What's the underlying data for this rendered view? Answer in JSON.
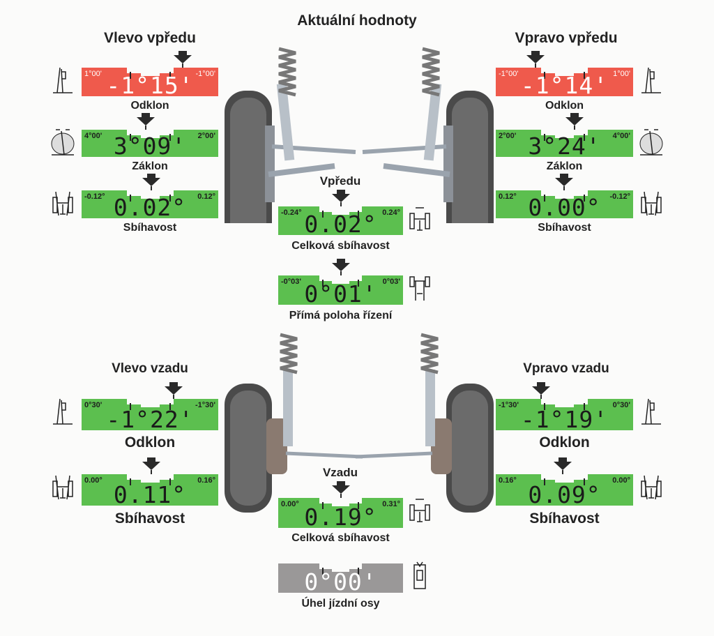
{
  "header": {
    "title": "Aktuální hodnoty"
  },
  "sections": {
    "front_left": "Vlevo vpředu",
    "front_right": "Vpravo vpředu",
    "rear_left": "Vlevo vzadu",
    "rear_right": "Vpravo vzadu",
    "front": "Vpředu",
    "rear": "Vzadu"
  },
  "colors": {
    "in_tolerance": "#5cbf4f",
    "out_of_tolerance": "#ef5a4c",
    "neutral": "#9a9898"
  },
  "gauges": {
    "fl_camber": {
      "caption": "Odklon",
      "left": "1°00'",
      "right": "-1°00'",
      "value": "-1°15'",
      "status": "out",
      "icon": "camber-icon"
    },
    "fl_caster": {
      "caption": "Záklon",
      "left": "4°00'",
      "right": "2°00'",
      "value": "3°09'",
      "status": "ok",
      "icon": "caster-icon"
    },
    "fl_toe": {
      "caption": "Sbíhavost",
      "left": "-0.12°",
      "right": "0.12°",
      "value": "0.02°",
      "status": "ok",
      "icon": "toe-icon"
    },
    "fr_camber": {
      "caption": "Odklon",
      "left": "-1°00'",
      "right": "1°00'",
      "value": "-1°14'",
      "status": "out",
      "icon": "camber-icon"
    },
    "fr_caster": {
      "caption": "Záklon",
      "left": "2°00'",
      "right": "4°00'",
      "value": "3°24'",
      "status": "ok",
      "icon": "caster-icon"
    },
    "fr_toe": {
      "caption": "Sbíhavost",
      "left": "0.12°",
      "right": "-0.12°",
      "value": "0.00°",
      "status": "ok",
      "icon": "toe-icon"
    },
    "front_total_toe": {
      "caption": "Celková sbíhavost",
      "left": "-0.24°",
      "right": "0.24°",
      "value": "0.02°",
      "status": "ok",
      "icon": "total-toe-icon"
    },
    "steering": {
      "caption": "Přímá poloha řízení",
      "left": "-0°03'",
      "right": "0°03'",
      "value": "0°01'",
      "status": "ok",
      "icon": "steering-icon"
    },
    "rl_camber": {
      "caption": "Odklon",
      "left": "0°30'",
      "right": "-1°30'",
      "value": "-1°22'",
      "status": "ok",
      "icon": "camber-icon"
    },
    "rl_toe": {
      "caption": "Sbíhavost",
      "left": "0.00°",
      "right": "0.16°",
      "value": "0.11°",
      "status": "ok",
      "icon": "toe-icon"
    },
    "rr_camber": {
      "caption": "Odklon",
      "left": "-1°30'",
      "right": "0°30'",
      "value": "-1°19'",
      "status": "ok",
      "icon": "camber-icon"
    },
    "rr_toe": {
      "caption": "Sbíhavost",
      "left": "0.16°",
      "right": "0.00°",
      "value": "0.09°",
      "status": "ok",
      "icon": "toe-icon"
    },
    "rear_total_toe": {
      "caption": "Celková sbíhavost",
      "left": "0.00°",
      "right": "0.31°",
      "value": "0.19°",
      "status": "ok",
      "icon": "total-toe-icon"
    },
    "thrust_angle": {
      "caption": "Úhel jízdní osy",
      "left": "",
      "right": "",
      "value": "0°00'",
      "status": "neutral",
      "icon": "thrust-icon"
    }
  }
}
